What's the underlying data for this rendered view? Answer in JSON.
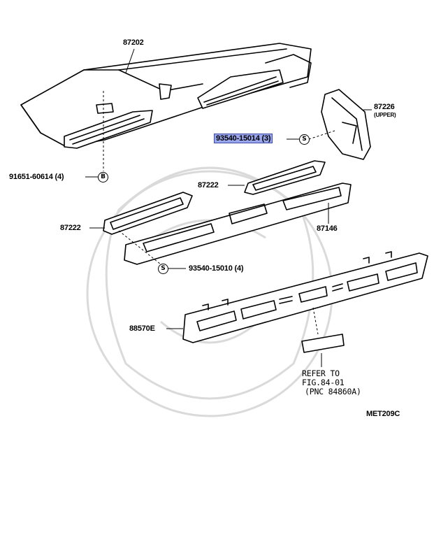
{
  "diagram": {
    "header_text": "",
    "callouts": {
      "p87202": "87202",
      "p87226": "87226",
      "p87226_note": "(UPPER)",
      "p93540_15014": "93540-15014 (3)",
      "p91651": "91651-60614 (4)",
      "p87222_upper": "87222",
      "p87222_lower": "87222",
      "p87146": "87146",
      "p93540_15010": "93540-15010 (4)",
      "p88570E": "88570E",
      "refer_line1": "REFER TO",
      "refer_line2": "FIG.84-01",
      "refer_line3": "(PNC 84860A)",
      "figure_code": "MET209C"
    },
    "symbols": {
      "s_fastener": "S",
      "b_fastener": "B"
    },
    "colors": {
      "highlight": "#9aa6ec",
      "line": "#000000",
      "watermark": "#d9d9d9"
    }
  }
}
